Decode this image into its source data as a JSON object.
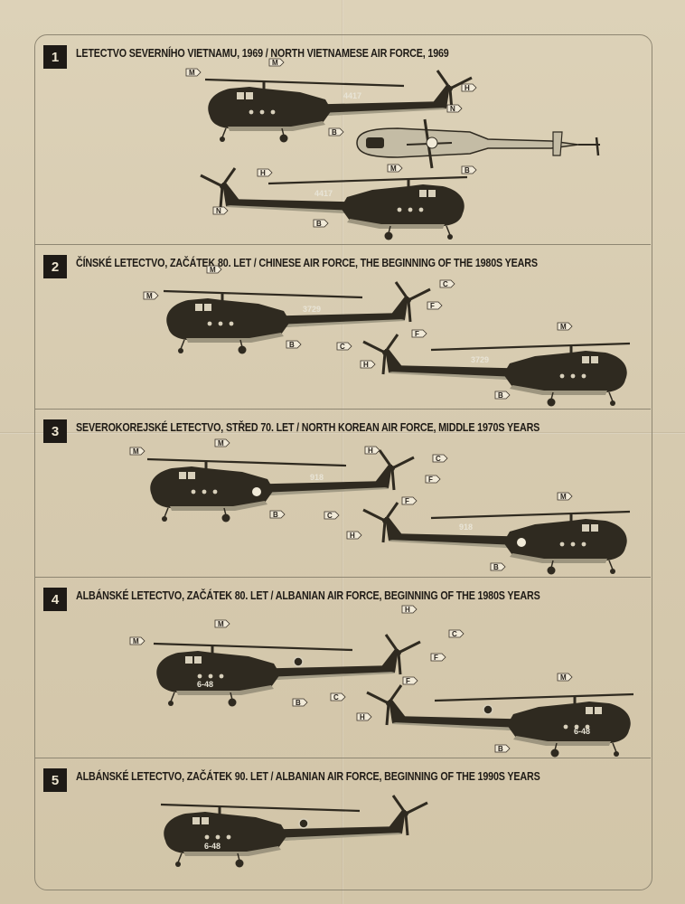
{
  "sections": [
    {
      "number": "1",
      "title": "LETECTVO SEVERNÍHO VIETNAMU, 1969 / NORTH VIETNAMESE AIR FORCE, 1969",
      "code": "4417"
    },
    {
      "number": "2",
      "title": "ČÍNSKÉ LETECTVO, ZAČÁTEK 80. LET / CHINESE AIR FORCE, THE BEGINNING OF THE 1980S YEARS",
      "code": "3729"
    },
    {
      "number": "3",
      "title": "SEVEROKOREJSKÉ LETECTVO, STŘED 70. LET / NORTH KOREAN AIR FORCE, MIDDLE 1970S YEARS",
      "code": "918"
    },
    {
      "number": "4",
      "title": "ALBÁNSKÉ LETECTVO, ZAČÁTEK 80. LET / ALBANIAN AIR FORCE, BEGINNING OF THE 1980S YEARS",
      "code": "6-48"
    },
    {
      "number": "5",
      "title": "ALBÁNSKÉ LETECTVO, ZAČÁTEK 90. LET / ALBANIAN AIR FORCE, BEGINNING OF THE 1990S YEARS",
      "code": "6-48"
    }
  ],
  "tags": {
    "M": "M",
    "B": "B",
    "C": "C",
    "F": "F",
    "H": "H",
    "N": "N"
  },
  "colors": {
    "paper": "#d9cdb3",
    "paint": "#2f2a20",
    "line": "#8e8672"
  }
}
